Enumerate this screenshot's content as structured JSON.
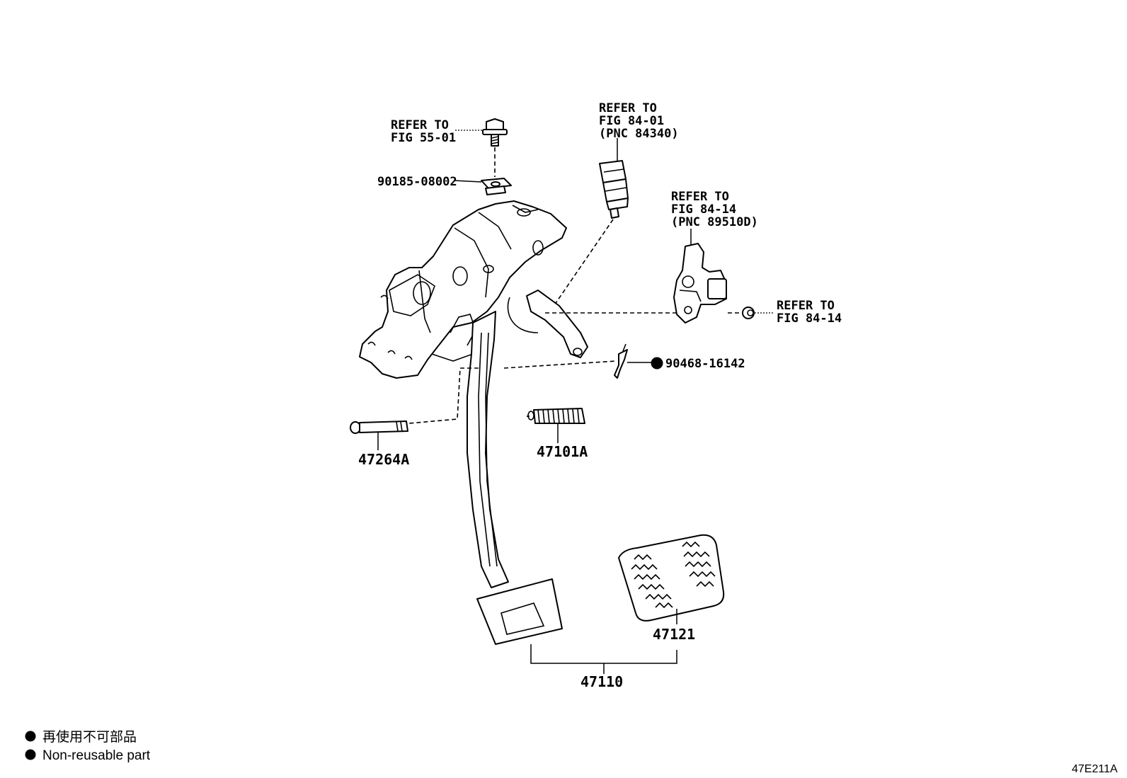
{
  "diagram": {
    "refer_bolt": {
      "line1": "REFER TO",
      "line2": "FIG 55-01"
    },
    "refer_switch": {
      "line1": "REFER TO",
      "line2": "FIG 84-01",
      "line3": "(PNC 84340)"
    },
    "refer_sensor": {
      "line1": "REFER TO",
      "line2": "FIG 84-14",
      "line3": "(PNC 89510D)"
    },
    "refer_nut": {
      "line1": "REFER TO",
      "line2": "FIG 84-14"
    },
    "parts": {
      "nut_plate": "90185-08002",
      "clip": "90468-16142",
      "pin": "47264A",
      "spring": "47101A",
      "pad": "47121",
      "pedal": "47110"
    }
  },
  "legend": {
    "non_reusable_jp": "再使用不可部品",
    "non_reusable_en": "Non-reusable part"
  },
  "figure_code": "47E211A"
}
